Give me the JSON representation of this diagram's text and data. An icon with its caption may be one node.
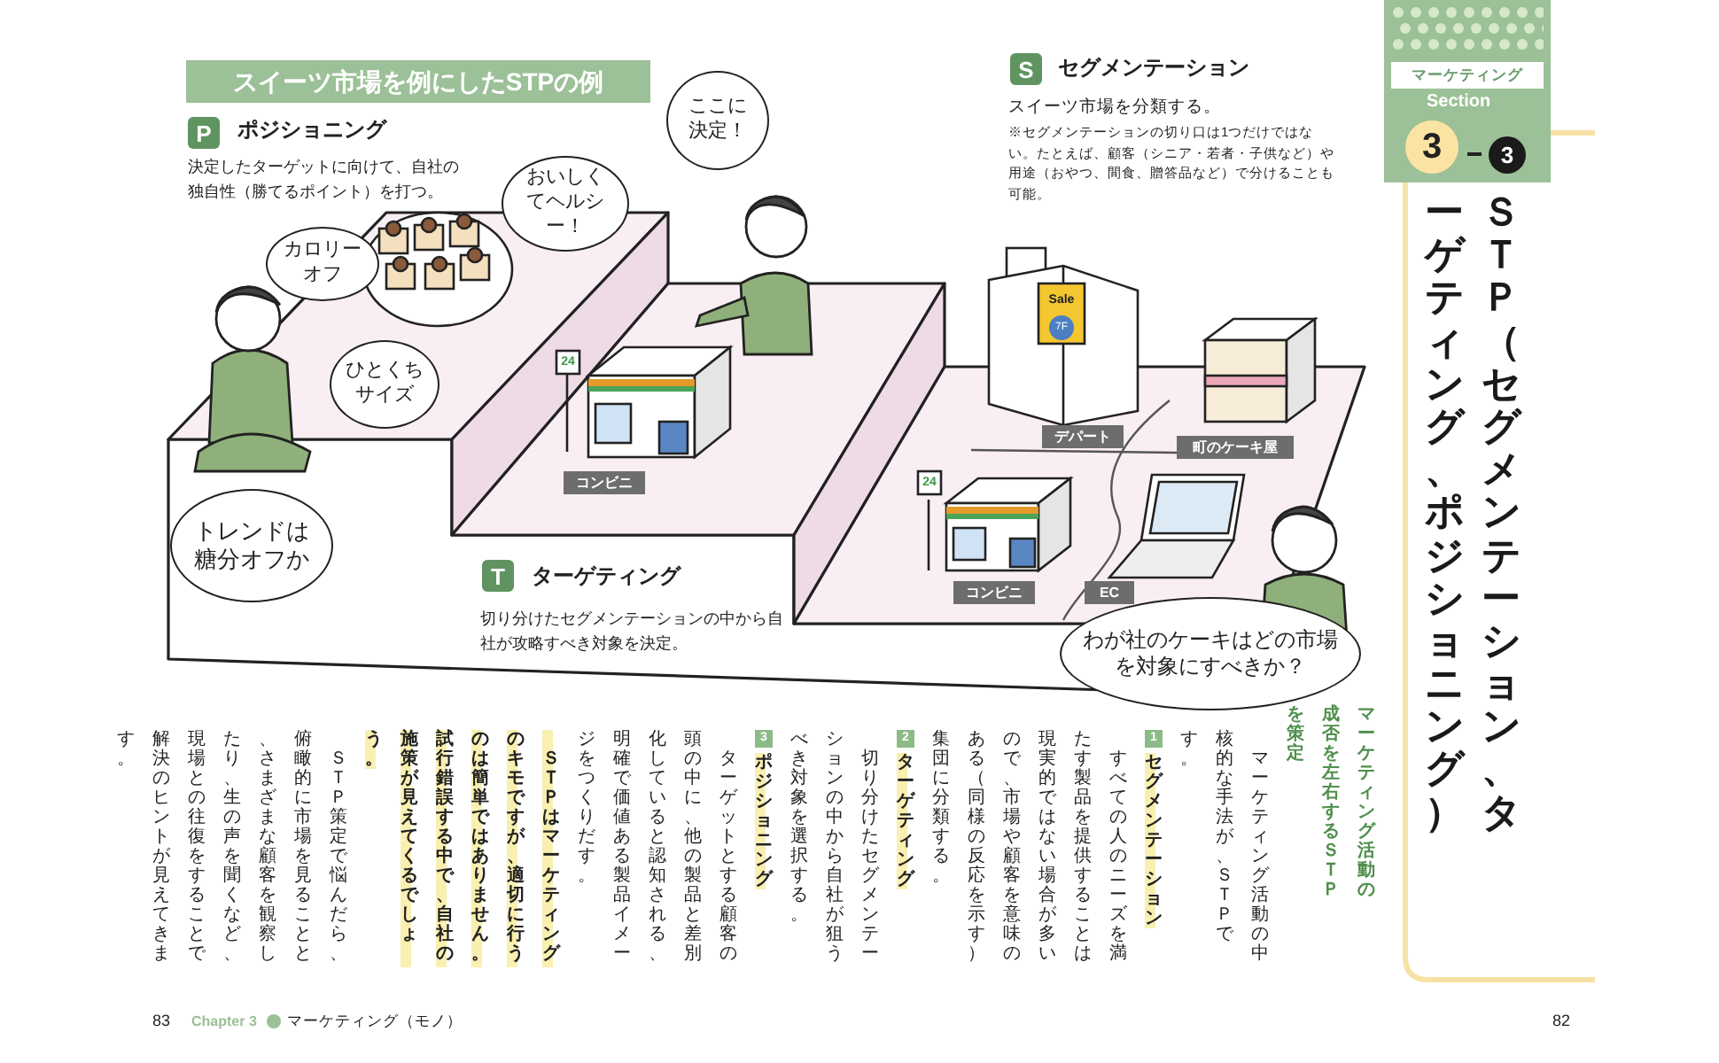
{
  "diagram": {
    "title": "ＳＴＰ（セグメンテーション、ターゲティング、ポジショニング）",
    "nodes": [
      {
        "text": [
          "スイーツ市場を例にしたSTPの例"
        ]
      },
      {
        "text": [
          "P"
        ],
        "beside": [
          "ポジショニング",
          "決定したターゲットに向けて、自社の独自性（勝てるポイント）を打つ。"
        ]
      },
      {
        "text": [
          "S"
        ],
        "beside": [
          "セグメンテーション",
          "スイーツ市場を分類する。",
          "※セグメンテーションの切り口は1つだけではない。たとえば、顧客（シニア・若者・子供など）や用途（おやつ、間食、贈答品など）で分けることも可能。"
        ]
      },
      {
        "text": [
          "ここに決定！"
        ]
      },
      {
        "text": [
          "カロリーオフ"
        ]
      },
      {
        "text": [
          "おいしくてヘルシー！"
        ]
      },
      {
        "text": [
          "ひとくちサイズ"
        ]
      },
      {
        "text": [
          "コンビニ"
        ]
      },
      {
        "text": [
          "デパート"
        ]
      },
      {
        "text": [
          "町のケーキ屋"
        ]
      },
      {
        "text": [
          "トレンドは糖分オフか"
        ]
      },
      {
        "text": [
          "T"
        ],
        "beside": [
          "ターゲティング",
          "切り分けたセグメンテーションの中から自社が攻略すべき対象を決定。"
        ]
      },
      {
        "text": [
          "コンビニ"
        ]
      },
      {
        "text": [
          "EC"
        ]
      },
      {
        "text": [
          "わが社のケーキはどの市場を対象にすべきか？"
        ]
      },
      {
        "text": [
          "マーケティング",
          "Section",
          "3",
          "3"
        ]
      }
    ],
    "labels": [
      "マーケティング活動の成否を左右するＳＴＰを策定",
      "マーケティング活動の中核的な手法が、ＳＴＰです。",
      "1",
      "セグメンテーション",
      "すべての人のニーズを満たす製品を提供することは現実的ではない場合が多いので、市場や顧客を意味のある（同様の反応を示す）集団に分類する。",
      "2",
      "ターゲティング",
      "切り分けたセグメンテーションの中から自社が狙うべき対象を選択する。",
      "3",
      "ポジショニング",
      "ターゲットとする顧客の頭の中に、他の製品と差別化していると認知される、明確で価値ある製品イメージをつくりだす。",
      "ＳＴＰはマーケティングのキモですが、適切に行うのは簡単ではありません。試行錯誤する中で、自社の施策が見えてくるでしょう。",
      "ＳＴＰ策定で悩んだら、俯瞰的に市場を見ることと、さまざまな顧客を観察したり、生の声を聞くなど、現場との往復をすることで解決のヒントが見えてきます。",
      "24",
      "Sale",
      "7F",
      "24",
      "83",
      "Chapter 3",
      "マーケティング（モノ）",
      "82"
    ]
  }
}
